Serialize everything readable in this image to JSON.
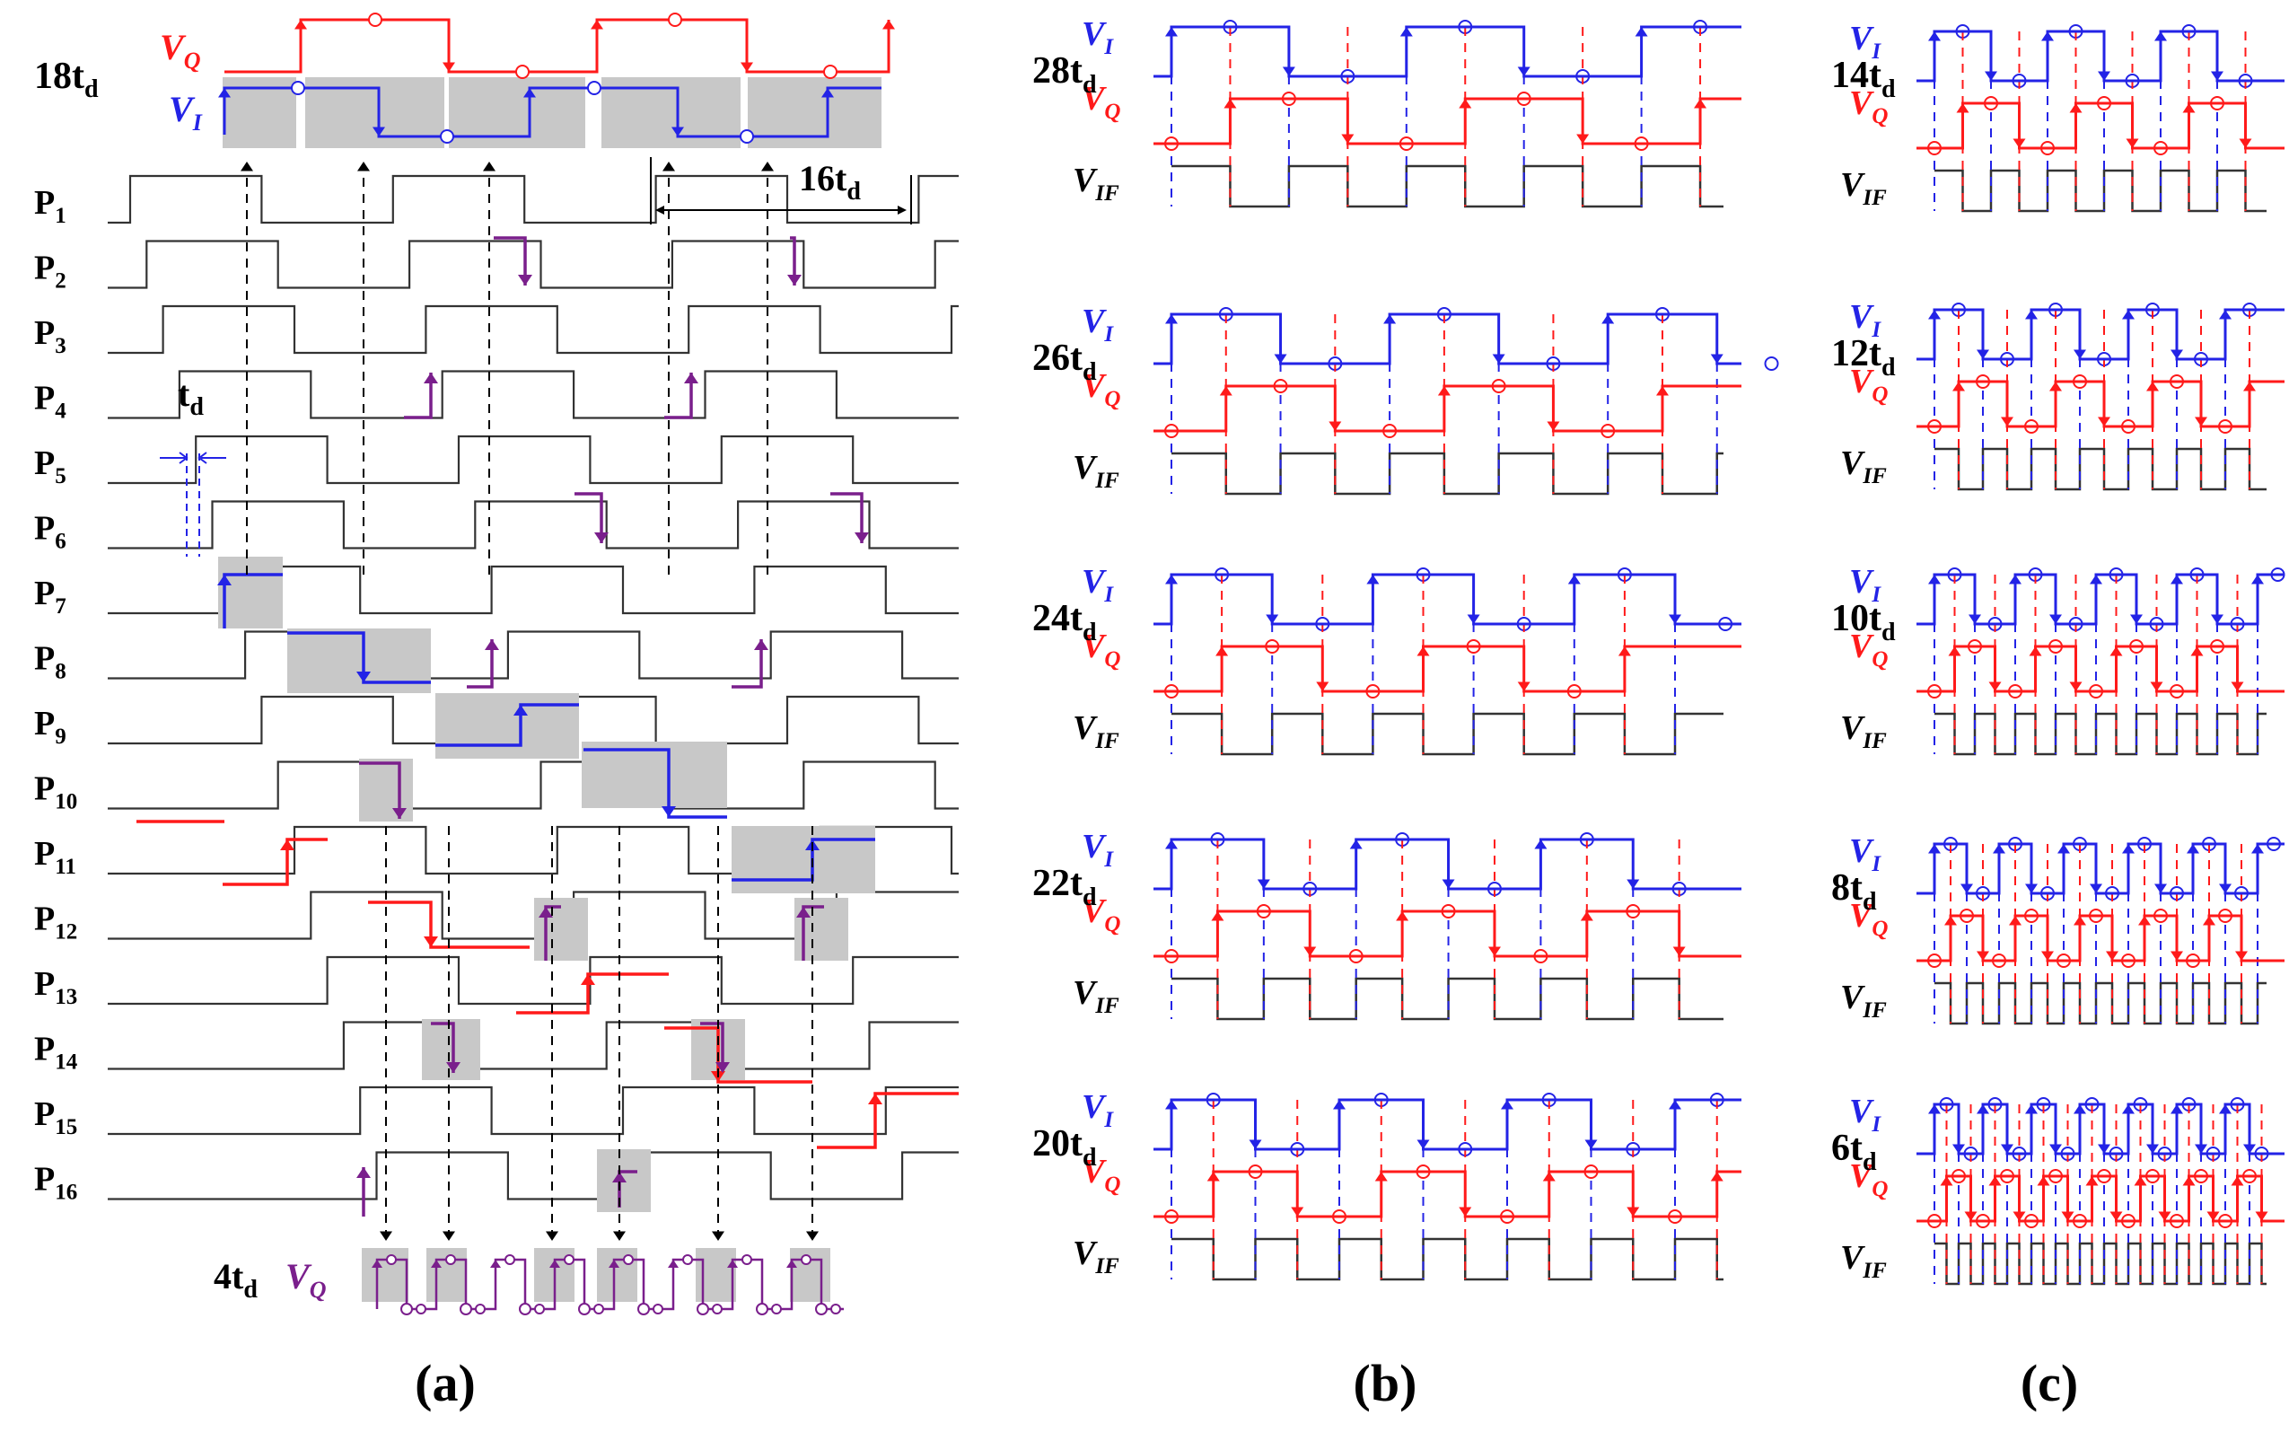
{
  "colors": {
    "black": "#1a1a1a",
    "red": "#ff1a1a",
    "blue": "#2323e6",
    "purple": "#7a1f8c",
    "shade": "#c8c8c8",
    "arrow_dash": "#000000"
  },
  "panel_a": {
    "caption": "(a)",
    "top_label": {
      "main": "18t",
      "sub": "d"
    },
    "vq": {
      "main": "V",
      "sub": "Q"
    },
    "vi": {
      "main": "V",
      "sub": "I"
    },
    "phases": [
      {
        "main": "P",
        "sub": "1"
      },
      {
        "main": "P",
        "sub": "2"
      },
      {
        "main": "P",
        "sub": "3"
      },
      {
        "main": "P",
        "sub": "4"
      },
      {
        "main": "P",
        "sub": "5"
      },
      {
        "main": "P",
        "sub": "6"
      },
      {
        "main": "P",
        "sub": "7"
      },
      {
        "main": "P",
        "sub": "8"
      },
      {
        "main": "P",
        "sub": "9"
      },
      {
        "main": "P",
        "sub": "10"
      },
      {
        "main": "P",
        "sub": "11"
      },
      {
        "main": "P",
        "sub": "12"
      },
      {
        "main": "P",
        "sub": "13"
      },
      {
        "main": "P",
        "sub": "14"
      },
      {
        "main": "P",
        "sub": "15"
      },
      {
        "main": "P",
        "sub": "16"
      }
    ],
    "period_label": {
      "main": "16t",
      "sub": "d"
    },
    "delay_label": {
      "main": "t",
      "sub": "d"
    },
    "bottom_label": {
      "main": "4t",
      "sub": "d"
    },
    "bottom_vq": {
      "main": "V",
      "sub": "Q"
    }
  },
  "panel_b": {
    "caption": "(b)",
    "blocks": [
      {
        "main": "28t",
        "sub": "d",
        "half_period_units": 14,
        "order": "IQ"
      },
      {
        "main": "26t",
        "sub": "d",
        "half_period_units": 13,
        "order": "IQ"
      },
      {
        "main": "24t",
        "sub": "d",
        "half_period_units": 12,
        "order": "IQ"
      },
      {
        "main": "22t",
        "sub": "d",
        "half_period_units": 11,
        "order": "IQ"
      },
      {
        "main": "20t",
        "sub": "d",
        "half_period_units": 10,
        "order": "IQ"
      }
    ]
  },
  "panel_c": {
    "caption": "(c)",
    "blocks": [
      {
        "main": "14t",
        "sub": "d",
        "half_period_units": 7,
        "order": "IQ"
      },
      {
        "main": "12t",
        "sub": "d",
        "half_period_units": 6,
        "order": "IQ"
      },
      {
        "main": "10t",
        "sub": "d",
        "half_period_units": 5,
        "order": "IQ"
      },
      {
        "main": "8t",
        "sub": "d",
        "half_period_units": 4,
        "order": "IQ"
      },
      {
        "main": "6t",
        "sub": "d",
        "half_period_units": 3,
        "order": "IQ"
      }
    ]
  },
  "signal_labels": {
    "vi": {
      "main": "V",
      "sub": "I"
    },
    "vq": {
      "main": "V",
      "sub": "Q"
    },
    "vif": {
      "main": "V",
      "sub": "IF"
    }
  }
}
